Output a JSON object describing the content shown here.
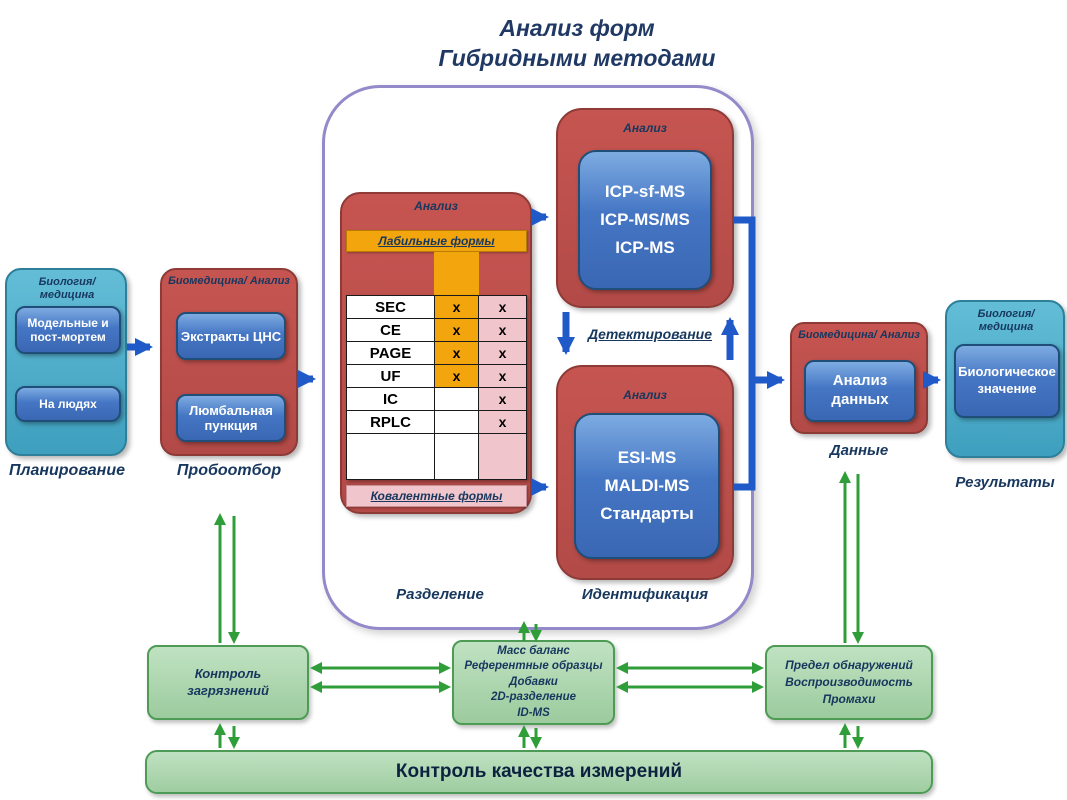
{
  "title": {
    "line1": "Анализ форм",
    "line2": "Гибридными методами"
  },
  "colors": {
    "accent_blue_arrow": "#1F5AC8",
    "accent_green_arrow": "#2F9E39",
    "navy_text": "#17375E",
    "red_box": "#C0504D",
    "teal_box": "#4BACC6",
    "inner_blue": "#3A67B3",
    "orange_strip": "#F2A50C",
    "pink_strip": "#F0C6CC",
    "green_box": "#A9D5AB"
  },
  "planning": {
    "header": "Биология/ медицина",
    "box1": "Модельные и пост-мортем",
    "box2": "На людях",
    "caption": "Планирование"
  },
  "sampling": {
    "header": "Биомедицина/ Анализ",
    "box1": "Экстракты ЦНС",
    "box2": "Люмбальная пункция",
    "caption": "Пробоотбор"
  },
  "separation": {
    "header": "Анализ",
    "labile_strip": "Лабильные формы",
    "covalent_strip": "Ковалентные формы",
    "methods": [
      "SEC",
      "CE",
      "PAGE",
      "UF",
      "IC",
      "RPLC"
    ],
    "marks_col1": [
      "x",
      "x",
      "x",
      "x",
      "",
      ""
    ],
    "marks_col2": [
      "x",
      "x",
      "x",
      "x",
      "x",
      "x"
    ],
    "caption": "Разделение"
  },
  "detection": {
    "header": "Анализ",
    "line1": "ICP-sf-MS",
    "line2": "ICP-MS/MS",
    "line3": "ICP-MS",
    "label": "Детектирование"
  },
  "identification": {
    "header": "Анализ",
    "line1": "ESI-MS",
    "line2": "MALDI-MS",
    "line3": "Стандарты",
    "caption": "Идентификация"
  },
  "data_analysis": {
    "header": "Биомедицина/ Анализ",
    "box": "Анализ данных",
    "caption": "Данные"
  },
  "results": {
    "header": "Биология/ медицина",
    "box": "Биологическое значение",
    "caption": "Результаты"
  },
  "qc": {
    "contamination": {
      "line1": "Контроль",
      "line2": "загрязнений"
    },
    "reference": {
      "line1": "Масс баланс",
      "line2": "Референтные образцы",
      "line3": "Добавки",
      "line4": "2D-разделение",
      "line5": "ID-MS"
    },
    "metrics": {
      "line1": "Предел обнаружений",
      "line2": "Воспроизводимость",
      "line3": "Промахи"
    },
    "bottom_bar": "Контроль качества измерений"
  }
}
